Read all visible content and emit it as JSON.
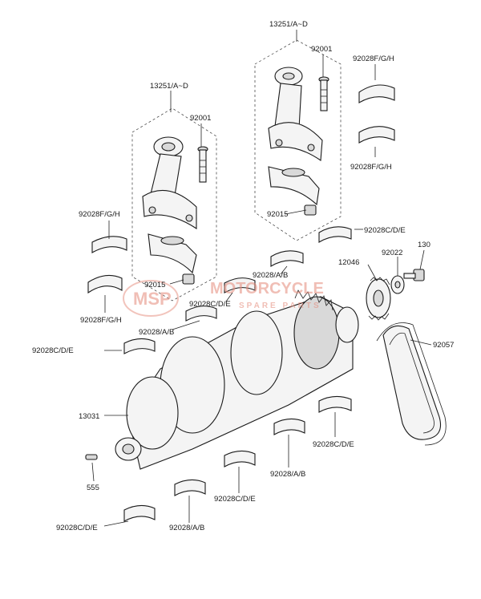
{
  "labels": {
    "conrod_assembly_left": "13251/A~D",
    "conrod_assembly_right": "13251/A~D",
    "bolt_left": "92001",
    "bolt_right": "92001",
    "nut_left": "92015",
    "nut_right": "92015",
    "bearing_fgh_top_right_1": "92028F/G/H",
    "bearing_fgh_top_right_2": "92028F/G/H",
    "bearing_fgh_left_1": "92028F/G/H",
    "bearing_fgh_left_2": "92028F/G/H",
    "bearing_cde_upper_right": "92028C/D/E",
    "bearing_ab_upper_mid": "92028/A/B",
    "bearing_cde_mid": "92028C/D/E",
    "bearing_ab_left_mid": "92028/A/B",
    "bearing_cde_left": "92028C/D/E",
    "bearing_cde_lower_right": "92028C/D/E",
    "bearing_ab_lower_mid": "92028/A/B",
    "bearing_cde_lower_mid": "92028C/D/E",
    "bearing_ab_bottom": "92028/A/B",
    "bearing_cde_bottom": "92028C/D/E",
    "gear": "12046",
    "washer": "92022",
    "bolt_130": "130",
    "chain": "92057",
    "crankshaft": "13031",
    "pin": "555"
  },
  "watermark": {
    "logo": "MSP",
    "line1": "MOTORCYCLE",
    "line2": "SPARE PARTS"
  },
  "colors": {
    "watermark": "#e58a7a",
    "line": "#1a1a1a"
  }
}
